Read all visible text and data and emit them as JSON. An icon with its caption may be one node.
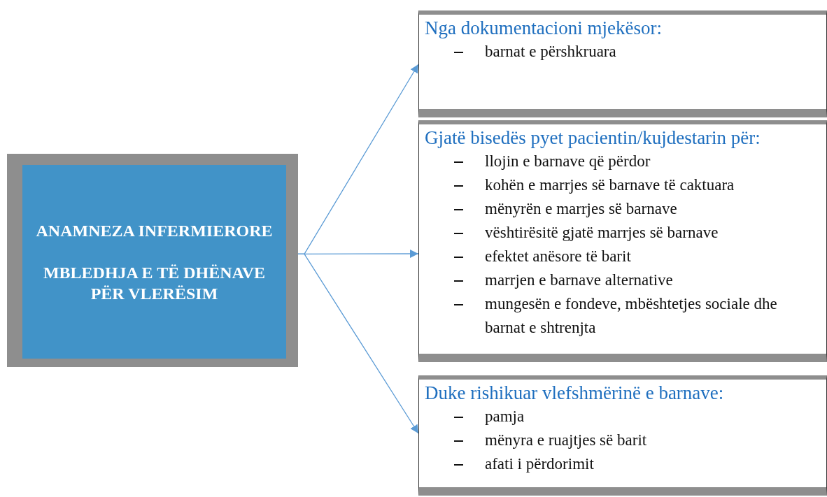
{
  "diagram": {
    "nodes": [
      {
        "text": [
          "ANAMNEZA INFERMIERORE",
          "MBLEDHJA E TË DHËNAVE PËR VLERËSIM"
        ]
      },
      {
        "text": [
          "Nga dokumentacioni mjekësor:",
          "barnat e përshkruara"
        ]
      },
      {
        "text": [
          "Gjatë bisedës pyet pacientin/kujdestarin për:",
          "llojin e barnave që përdor",
          "kohën e marrjes së barnave të caktuara",
          "mënyrën e marrjes së barnave",
          "vështirësitë gjatë marrjes së barnave",
          "efektet anësore të barit",
          "marrjen e barnave alternative",
          "mungesën e fondeve, mbështetjes sociale dhe barnat e shtrenjta"
        ]
      },
      {
        "text": [
          "Duke rishikuar vlefshmërinë e barnave:",
          "pamja",
          "mënyra e ruajtjes së barit",
          "afati i përdorimit"
        ]
      }
    ],
    "edges": [
      {
        "from": 0,
        "to": 1,
        "arrow": "to"
      },
      {
        "from": 0,
        "to": 2,
        "arrow": "to"
      },
      {
        "from": 0,
        "to": 3,
        "arrow": "to"
      }
    ]
  }
}
